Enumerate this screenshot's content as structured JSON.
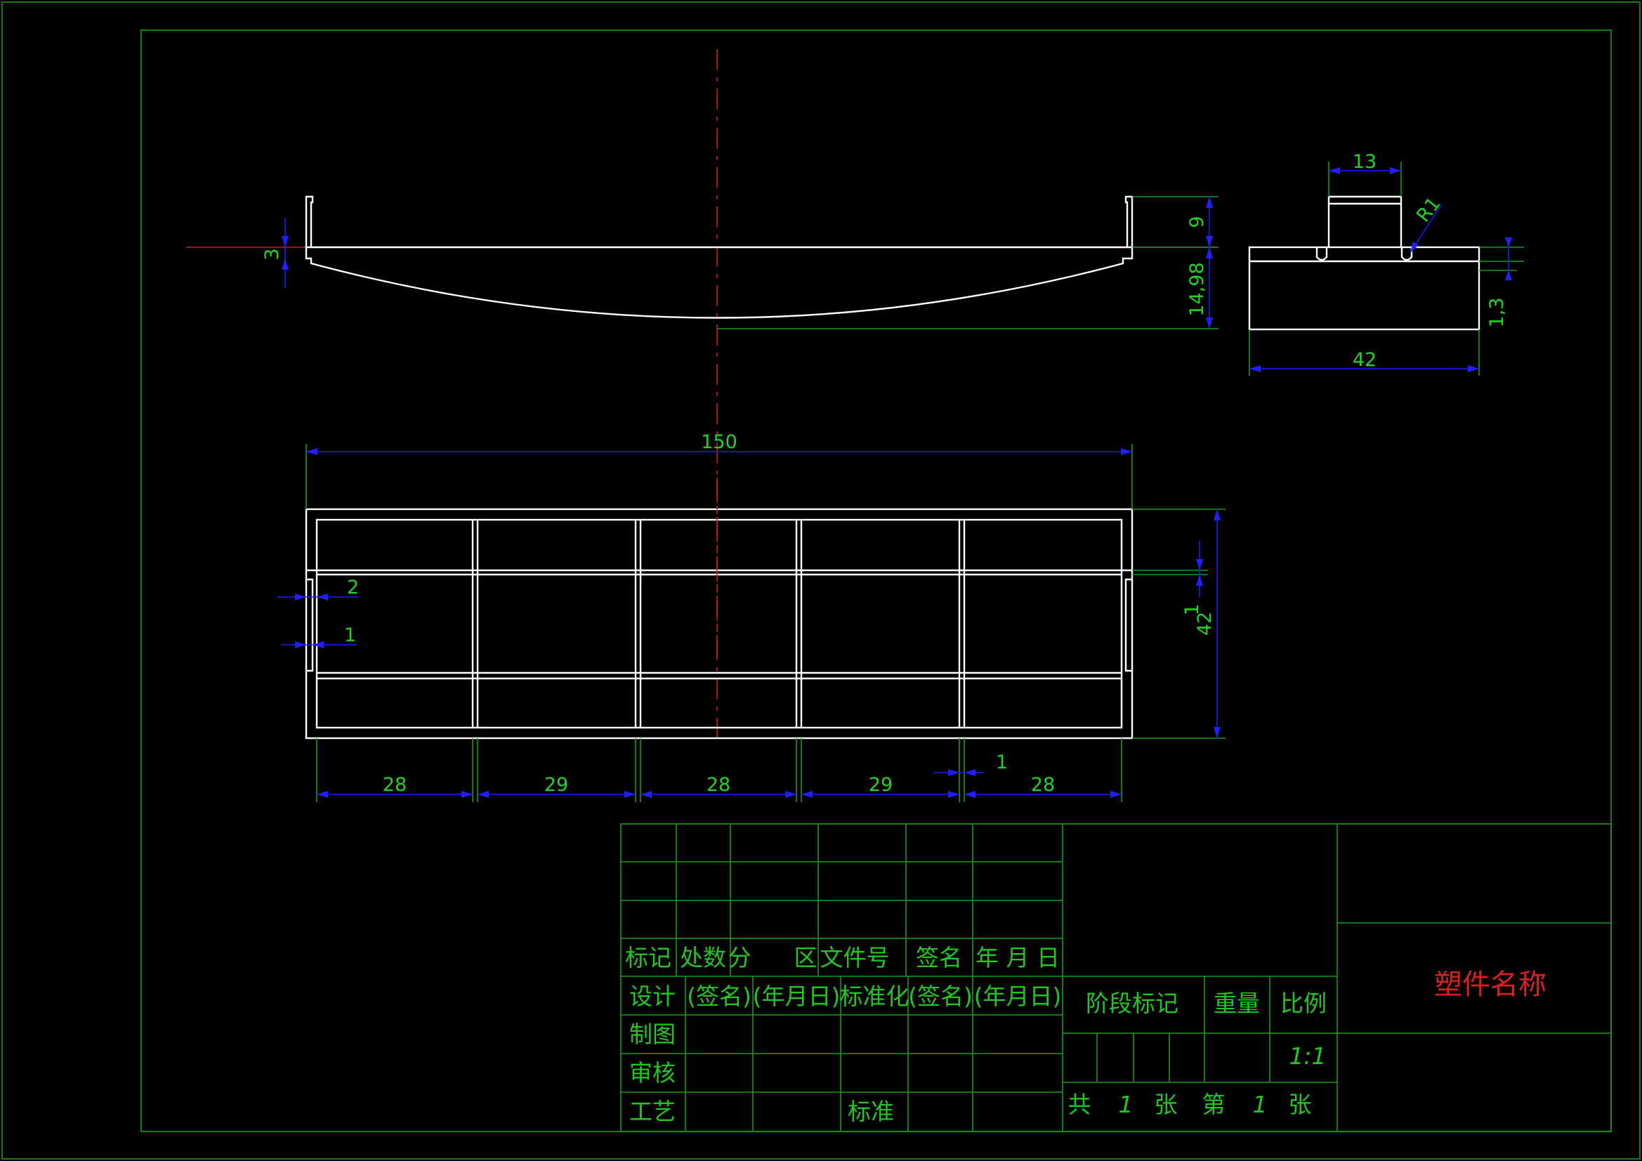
{
  "front_view": {
    "dims": {
      "edge": "3",
      "rib": "9",
      "height": "14,98"
    }
  },
  "side_view": {
    "dims": {
      "width": "13",
      "radius": "R1",
      "height": "1,3",
      "length": "42"
    }
  },
  "top_view": {
    "dims": {
      "overall_length": "150",
      "slot_a": "2",
      "slot_b": "1",
      "overall_width": "42",
      "width_small": "1",
      "cell_gap": "1",
      "cells": [
        "28",
        "29",
        "28",
        "29",
        "28"
      ]
    }
  },
  "title_block": {
    "rev_header": [
      "标记",
      "处数",
      "分",
      "区",
      "文件号",
      "签名",
      "年 月 日"
    ],
    "row_design": [
      "设计",
      "(签名)",
      "(年月日)",
      "标准化",
      "(签名)",
      "(年月日)"
    ],
    "row_draw": "制图",
    "row_check": "审核",
    "row_process": "工艺",
    "approve": "标准",
    "stage_label": "阶段标记",
    "weight_label": "重量",
    "scale_label": "比例",
    "scale_value": "1:1",
    "sheet_count": [
      "共",
      "1",
      "张",
      "第",
      "1",
      "张"
    ],
    "part_name": "塑件名称"
  }
}
